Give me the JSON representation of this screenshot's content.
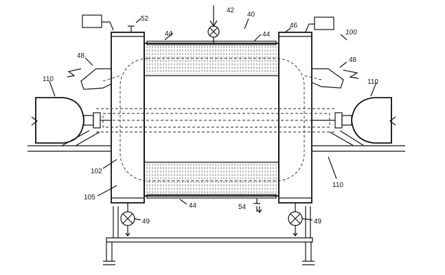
{
  "labels": {
    "l40": "40",
    "l42": "42",
    "l44a": "44",
    "l44b": "44",
    "l44c": "44",
    "l46": "46",
    "l48a": "48",
    "l48b": "48",
    "l49a": "49",
    "l49b": "49",
    "l52": "52",
    "l54": "54",
    "l100": "100",
    "l102": "102",
    "l105": "105",
    "l110a": "110",
    "l110b": "110",
    "l110c": "110"
  }
}
